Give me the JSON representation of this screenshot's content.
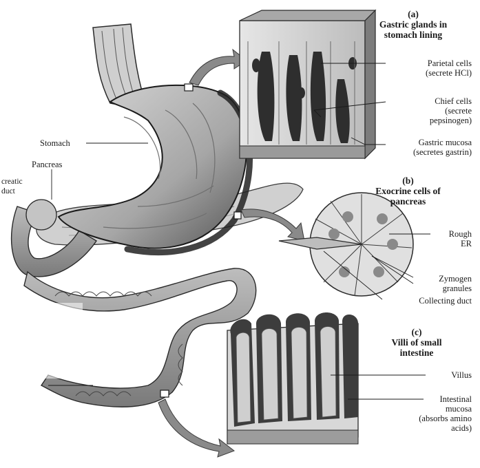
{
  "panels": {
    "a": {
      "letter": "(a)",
      "title_line1": "Gastric glands in",
      "title_line2": "stomach lining",
      "labels": {
        "parietal_line1": "Parietal cells",
        "parietal_line2": "(secrete HCl)",
        "chief_line1": "Chief cells",
        "chief_line2": "(secrete",
        "chief_line3": "pepsinogen)",
        "mucosa_line1": "Gastric mucosa",
        "mucosa_line2": "(secretes gastrin)"
      }
    },
    "b": {
      "letter": "(b)",
      "title_line1": "Exocrine cells of",
      "title_line2": "pancreas",
      "labels": {
        "rough_er_line1": "Rough",
        "rough_er_line2": "ER",
        "zymogen_line1": "Zymogen",
        "zymogen_line2": "granules",
        "collecting_duct": "Collecting duct"
      }
    },
    "c": {
      "letter": "(c)",
      "title_line1": "Villi of small",
      "title_line2": "intestine",
      "labels": {
        "villus": "Villus",
        "intestinal_line1": "Intestinal",
        "intestinal_line2": "mucosa",
        "intestinal_line3": "(absorbs amino",
        "intestinal_line4": "acids)"
      }
    }
  },
  "organ_labels": {
    "stomach": "Stomach",
    "pancreas": "Pancreas",
    "pancreatic_duct_line1": "creatic",
    "pancreatic_duct_line2": "duct"
  },
  "colors": {
    "ink": "#1a1a1a",
    "shade_dark": "#3a3a3a",
    "shade_mid": "#8c8c8c",
    "shade_light": "#c8c8c8",
    "paper": "#f2f2f2"
  }
}
